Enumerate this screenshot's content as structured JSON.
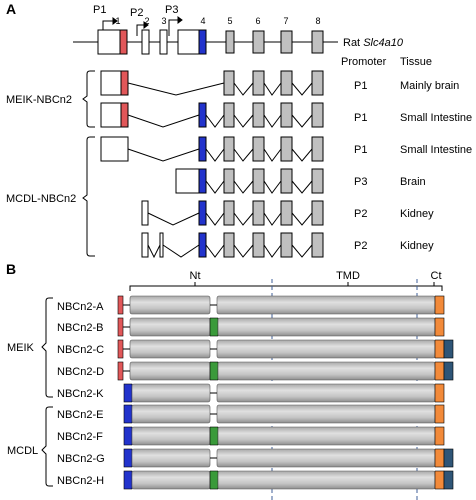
{
  "panel_a": {
    "label": "A",
    "gene_name": "Rat ",
    "gene_symbol": "Slc4a10",
    "promoters": [
      "P1",
      "P2",
      "P3"
    ],
    "exon_numbers": [
      "1",
      "2",
      "3",
      "4",
      "5",
      "6",
      "7",
      "8"
    ],
    "headers": {
      "promoter": "Promoter",
      "tissue": "Tissue"
    },
    "group_labels": {
      "meik": "MEIK-NBCn2",
      "mcdl": "MCDL-NBCn2"
    },
    "rows": [
      {
        "promoter": "P1",
        "tissue": "Mainly brain"
      },
      {
        "promoter": "P1",
        "tissue": "Small Intestine"
      },
      {
        "promoter": "P1",
        "tissue": "Small Intestine"
      },
      {
        "promoter": "P3",
        "tissue": "Brain"
      },
      {
        "promoter": "P2",
        "tissue": "Kidney"
      },
      {
        "promoter": "P2",
        "tissue": "Kidney"
      }
    ]
  },
  "panel_b": {
    "label": "B",
    "regions": {
      "nt": "Nt",
      "tmd": "TMD",
      "ct": "Ct"
    },
    "groups": {
      "meik": "MEIK",
      "mcdl": "MCDL"
    },
    "isoforms": [
      "NBCn2-A",
      "NBCn2-B",
      "NBCn2-C",
      "NBCn2-D",
      "NBCn2-K",
      "NBCn2-E",
      "NBCn2-F",
      "NBCn2-G",
      "NBCn2-H"
    ]
  },
  "colors": {
    "meik_exon": "#e15759",
    "mcdl_exon": "#2233cc",
    "insert": "#3a9a3a",
    "ct_tip": "#f28a3a",
    "ct_extra": "#2f5577",
    "body": "#c8c8c8"
  }
}
